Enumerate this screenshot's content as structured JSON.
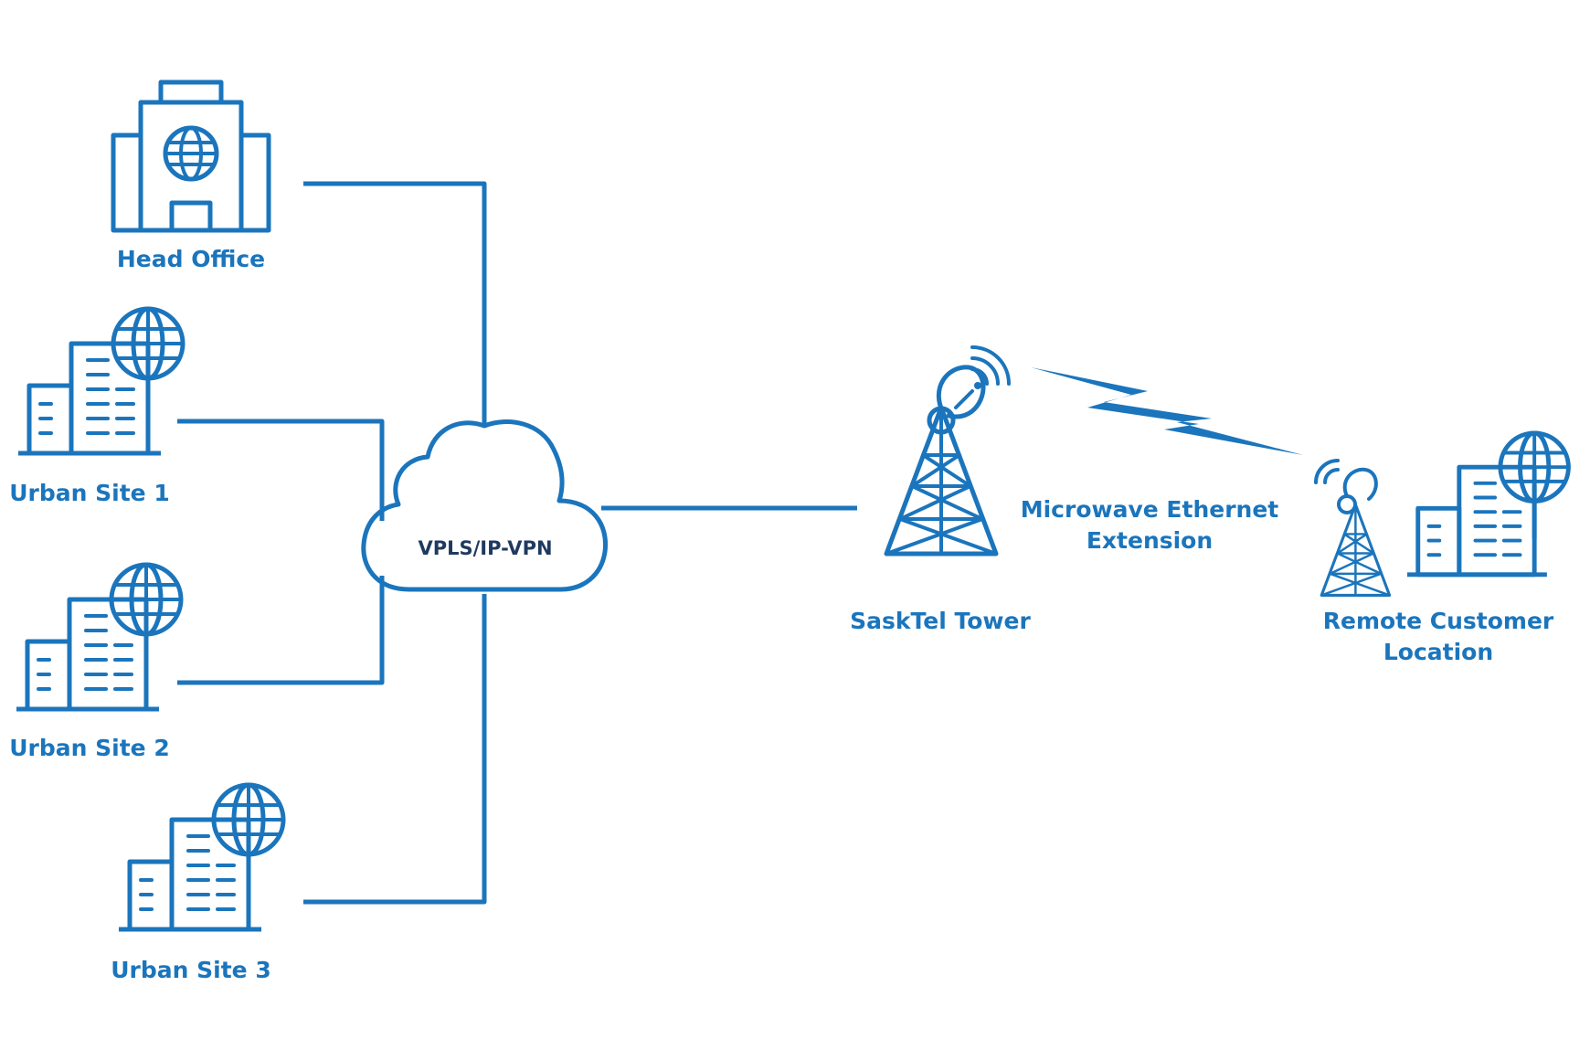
{
  "colors": {
    "primary": "#1b75bc",
    "background": "#ffffff",
    "cloud_text": "#1f3a5f"
  },
  "nodes": {
    "head_office": {
      "label": "Head Office",
      "icon": "office-building-globe-icon"
    },
    "urban_site_1": {
      "label": "Urban Site 1",
      "icon": "buildings-globe-icon"
    },
    "urban_site_2": {
      "label": "Urban Site 2",
      "icon": "buildings-globe-icon"
    },
    "urban_site_3": {
      "label": "Urban Site 3",
      "icon": "buildings-globe-icon"
    },
    "cloud": {
      "label": "VPLS/IP-VPN",
      "icon": "cloud-icon"
    },
    "tower": {
      "label": "SaskTel Tower",
      "icon": "tower-dish-icon"
    },
    "link": {
      "label_line1": "Microwave Ethernet",
      "label_line2": "Extension",
      "icon": "lightning-bolt-icon"
    },
    "remote": {
      "label_line1": "Remote Customer",
      "label_line2": "Location",
      "icon": "tower-buildings-globe-icon"
    }
  }
}
